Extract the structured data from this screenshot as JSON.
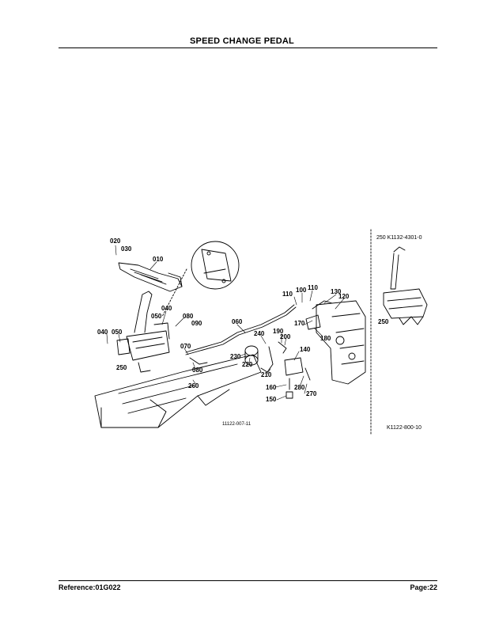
{
  "header": {
    "title": "SPEED CHANGE PEDAL"
  },
  "footer": {
    "reference": "Reference:01G022",
    "page": "Page:22"
  },
  "diagram": {
    "figure_code_main": "11122-007-11",
    "figure_code_side": "K1122-800-10",
    "inset_label": "250 K1132-4301-0",
    "callouts": [
      "020",
      "030",
      "010",
      "040",
      "050",
      "080",
      "090",
      "040",
      "050",
      "070",
      "080",
      "260",
      "250",
      "060",
      "110",
      "100",
      "110",
      "130",
      "120",
      "170",
      "180",
      "240",
      "190",
      "200",
      "230",
      "220",
      "210",
      "140",
      "280",
      "160",
      "270",
      "150",
      "250"
    ]
  }
}
